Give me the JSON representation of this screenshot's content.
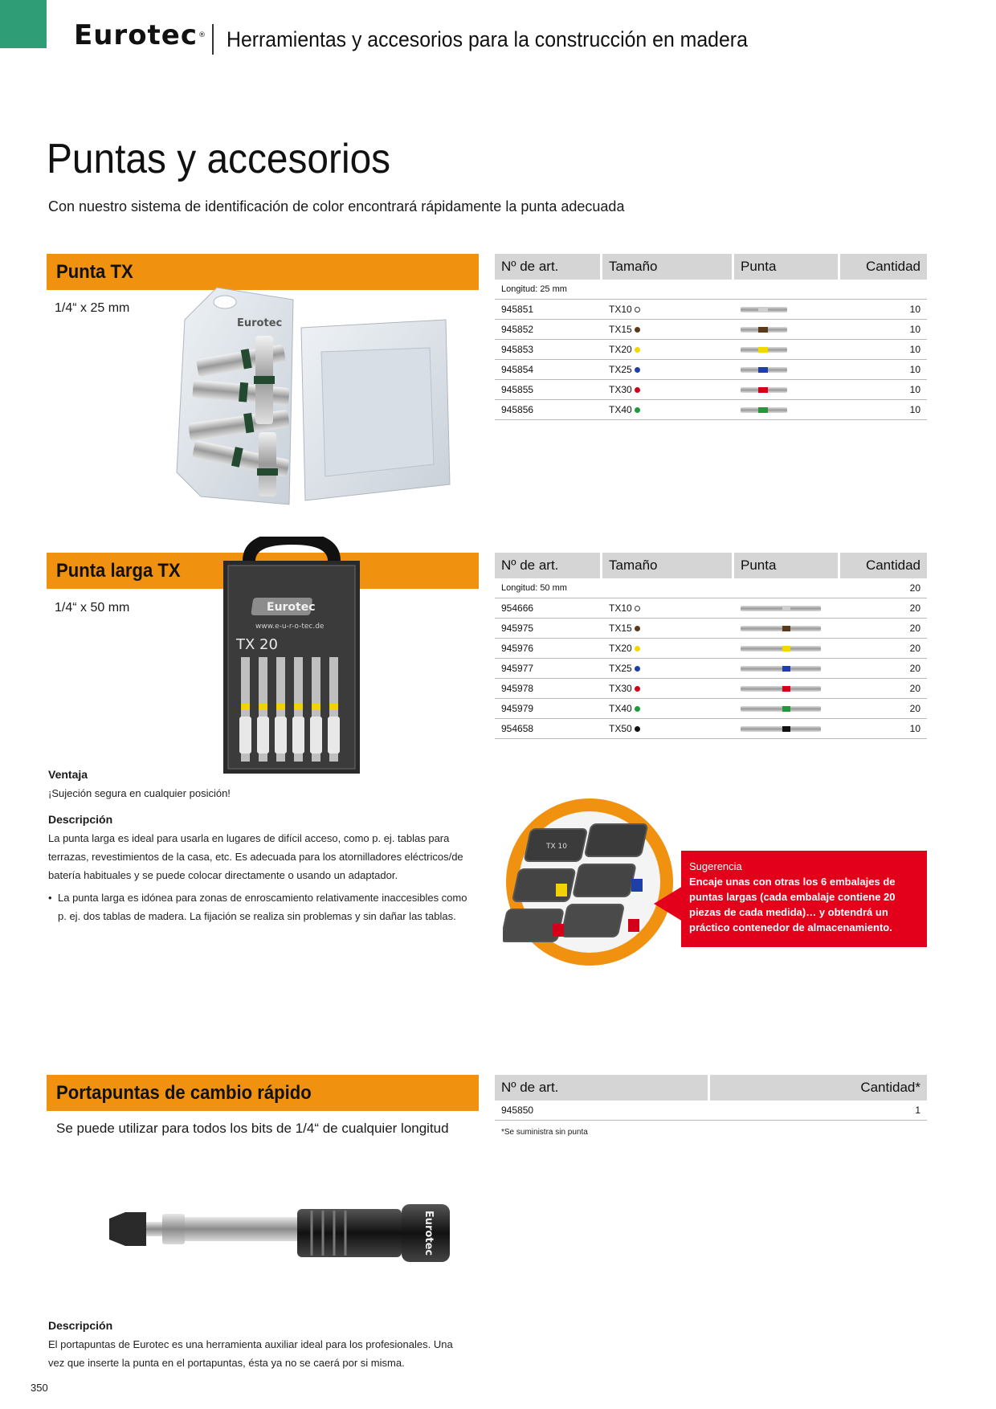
{
  "header": {
    "brand": "Eurotec",
    "trademark": "®",
    "tagline": "Herramientas y accesorios para la construcción en madera"
  },
  "page": {
    "title": "Puntas y accesorios",
    "subtitle": "Con nuestro sistema de identificación de color encontrará rápidamente la punta adecuada",
    "page_number": "350"
  },
  "colors": {
    "brand_green": "#2f9e76",
    "section_orange": "#f0920f",
    "hint_red": "#e2001a",
    "table_header": "#d5d5d5"
  },
  "punta_tx": {
    "title": "Punta TX",
    "dims": "1/4“ x 25 mm",
    "image_label": "Eurotec",
    "table": {
      "headers": [
        "Nº de art.",
        "Tamaño",
        "Punta",
        "Cantidad"
      ],
      "group_label": "Longitud: 25 mm",
      "group_qty": "",
      "rows": [
        {
          "art": "945851",
          "size": "TX10",
          "dot": "#ffffff",
          "qty": "10"
        },
        {
          "art": "945852",
          "size": "TX15",
          "dot": "#5a3a1a",
          "qty": "10"
        },
        {
          "art": "945853",
          "size": "TX20",
          "dot": "#f2d600",
          "qty": "10"
        },
        {
          "art": "945854",
          "size": "TX25",
          "dot": "#1f3fa8",
          "qty": "10"
        },
        {
          "art": "945855",
          "size": "TX30",
          "dot": "#d4001a",
          "qty": "10"
        },
        {
          "art": "945856",
          "size": "TX40",
          "dot": "#1f9a3a",
          "qty": "10"
        }
      ]
    }
  },
  "punta_larga": {
    "title": "Punta larga TX",
    "dims": "1/4“ x 50 mm",
    "image_brand": "Eurotec",
    "image_url_text": "www.e-u-r-o-tec.de",
    "image_size_label": "TX 20",
    "table": {
      "headers": [
        "Nº de art.",
        "Tamaño",
        "Punta",
        "Cantidad"
      ],
      "group_label": "Longitud: 50 mm",
      "group_qty": "20",
      "rows": [
        {
          "art": "954666",
          "size": "TX10",
          "dot": "#ffffff",
          "qty": "20"
        },
        {
          "art": "945975",
          "size": "TX15",
          "dot": "#5a3a1a",
          "qty": "20"
        },
        {
          "art": "945976",
          "size": "TX20",
          "dot": "#f2d600",
          "qty": "20"
        },
        {
          "art": "945977",
          "size": "TX25",
          "dot": "#1f3fa8",
          "qty": "20"
        },
        {
          "art": "945978",
          "size": "TX30",
          "dot": "#d4001a",
          "qty": "20"
        },
        {
          "art": "945979",
          "size": "TX40",
          "dot": "#1f9a3a",
          "qty": "20"
        },
        {
          "art": "954658",
          "size": "TX50",
          "dot": "#111111",
          "qty": "10"
        }
      ]
    },
    "ventaja_heading": "Ventaja",
    "ventaja_text": "¡Sujeción segura en cualquier posición!",
    "descripcion_heading": "Descripción",
    "descripcion_text": "La punta larga es ideal para usarla en lugares de difícil acceso, como p. ej. tablas para terrazas, revestimientos de la casa, etc. Es adecuada para los atornilladores eléctricos/de batería habituales y se puede colocar directamente o usando un adaptador.",
    "bullet_text": "La punta larga es idónea para zonas de enroscamiento relativamente inaccesibles como p. ej. dos tablas de madera. La fijación se realiza sin problemas y sin dañar las tablas."
  },
  "hint": {
    "title": "Sugerencia",
    "text": "Encaje unas con otras los 6 embalajes de puntas largas (cada embalaje contiene 20 piezas de cada medida)… y obtendrá un práctico contenedor de almacenamiento.",
    "image_label": "TX 10"
  },
  "portapuntas": {
    "title": "Portapuntas de cambio rápido",
    "subtitle": "Se puede utilizar para todos los bits de 1/4“ de cualquier longitud",
    "image_brand": "Eurotec",
    "table": {
      "headers": [
        "Nº de art.",
        "Cantidad*"
      ],
      "rows": [
        {
          "art": "945850",
          "qty": "1"
        }
      ],
      "footnote": "*Se suministra sin punta"
    },
    "descripcion_heading": "Descripción",
    "descripcion_text": "El portapuntas de Eurotec es una herramienta auxiliar ideal para los profesionales. Una vez que inserte la punta en el portapuntas, ésta ya no se caerá por si misma."
  }
}
